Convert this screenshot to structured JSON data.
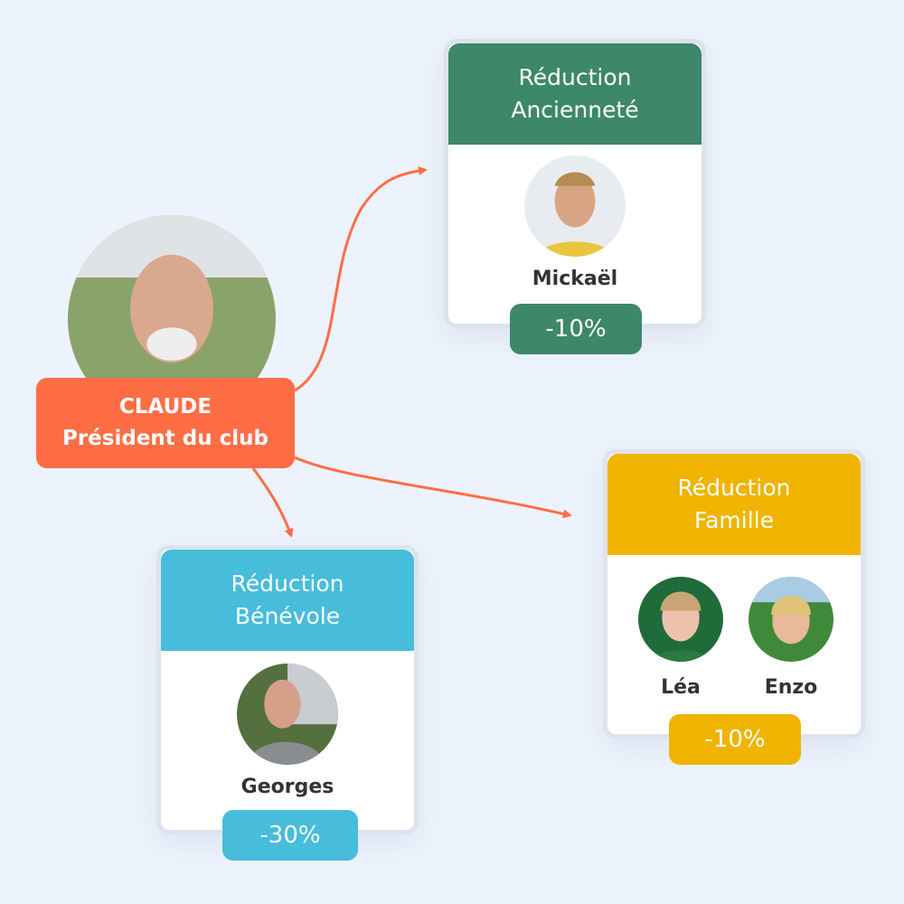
{
  "colors": {
    "background": "#edf3fc",
    "president": "#ff6d45",
    "anciennete": "#3d876a",
    "famille": "#f0b400",
    "benevole": "#47bcdb",
    "arrow": "#ff6d45"
  },
  "president": {
    "name": "CLAUDE",
    "role": "Président du club",
    "icon": "person-photo"
  },
  "cards": [
    {
      "title_line1": "Réduction",
      "title_line2": "Ancienneté",
      "members": [
        "Mickaël"
      ],
      "discount": "-10%"
    },
    {
      "title_line1": "Réduction",
      "title_line2": "Famille",
      "members": [
        "Léa",
        "Enzo"
      ],
      "discount": "-10%"
    },
    {
      "title_line1": "Réduction",
      "title_line2": "Bénévole",
      "members": [
        "Georges"
      ],
      "discount": "-30%"
    }
  ]
}
